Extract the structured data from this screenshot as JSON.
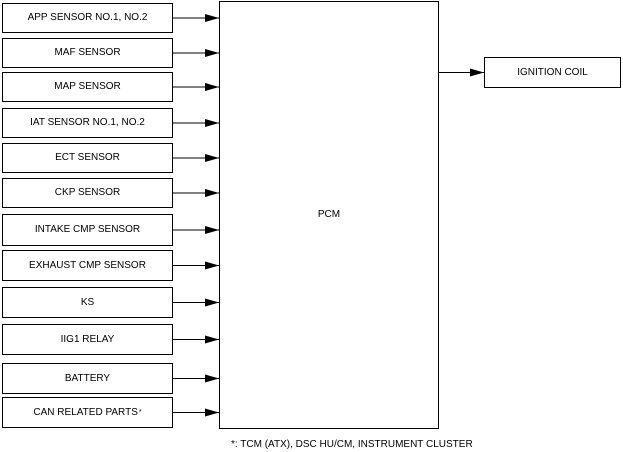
{
  "inputs": [
    {
      "label": "APP SENSOR NO.1, NO.2",
      "mark": ""
    },
    {
      "label": "MAF SENSOR",
      "mark": ""
    },
    {
      "label": "MAP SENSOR",
      "mark": ""
    },
    {
      "label": "IAT SENSOR NO.1, NO.2",
      "mark": ""
    },
    {
      "label": "ECT SENSOR",
      "mark": ""
    },
    {
      "label": "CKP SENSOR",
      "mark": ""
    },
    {
      "label": "INTAKE CMP SENSOR",
      "mark": ""
    },
    {
      "label": "EXHAUST CMP SENSOR",
      "mark": ""
    },
    {
      "label": "KS",
      "mark": ""
    },
    {
      "label": "IIG1 RELAY",
      "mark": ""
    },
    {
      "label": "BATTERY",
      "mark": ""
    },
    {
      "label": "CAN RELATED PARTS",
      "mark": "*"
    }
  ],
  "pcm": {
    "label": "PCM"
  },
  "output": {
    "label": "IGNITION COIL"
  },
  "footnote": "*: TCM (ATX), DSC HU/CM, INSTRUMENT CLUSTER",
  "colors": {
    "line": "#000000",
    "background": "#ffffff"
  }
}
